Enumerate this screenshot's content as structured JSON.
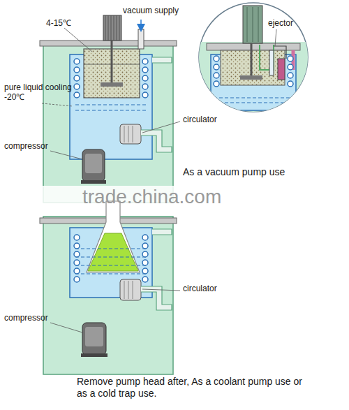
{
  "diagram": {
    "labels": [
      "4-15℃",
      "vacuum supply",
      "ejector",
      "pure liquid cooling -20℃",
      "circulator",
      "compressor",
      "As a vacuum pump use",
      "trade.china.com",
      "circulator",
      "compressor",
      "Remove pump head after, As a coolant pump use or as a cold trap use."
    ]
  }
}
